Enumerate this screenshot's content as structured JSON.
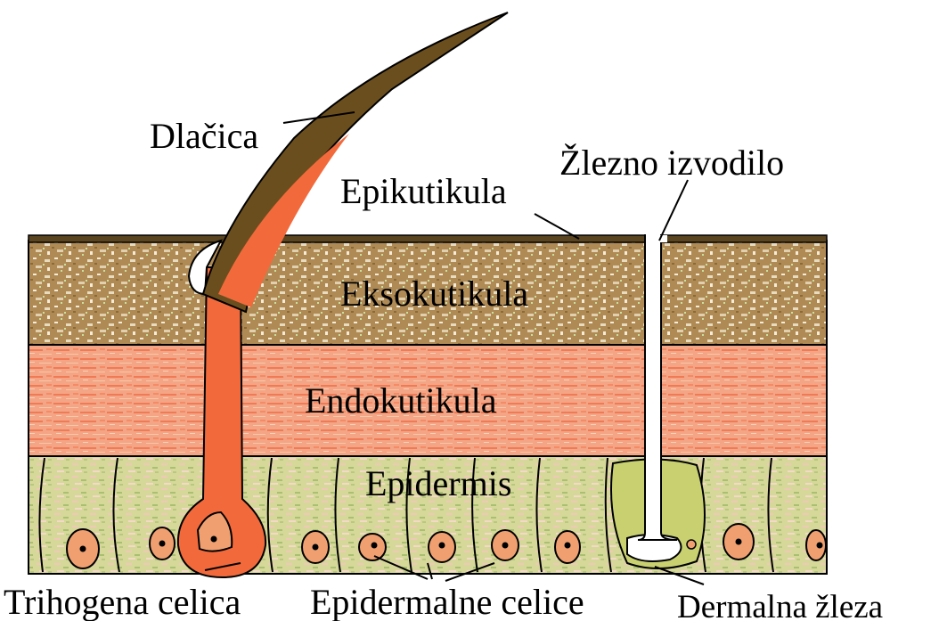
{
  "labels": {
    "hair": "Dlačica",
    "gland_duct": "Žlezno izvodilo",
    "epicuticle": "Epikutikula",
    "exocuticle": "Eksokutikula",
    "endocuticle": "Endokutikula",
    "epidermis": "Epidermis",
    "trichogen_cell": "Trihogena celica",
    "epidermal_cells": "Epidermalne celice",
    "dermal_gland": "Dermalna žleza"
  },
  "colors": {
    "epicuticle": "#5a4520",
    "exocuticle": "#b08a55",
    "endocuticle": "#f3a080",
    "epidermis": "#d6d89a",
    "hair_shaft": "#6b4e1e",
    "trichogen_cell": "#f26a3c",
    "nucleus": "#f0a070",
    "gland": "#c8d070",
    "outline": "#000000"
  }
}
